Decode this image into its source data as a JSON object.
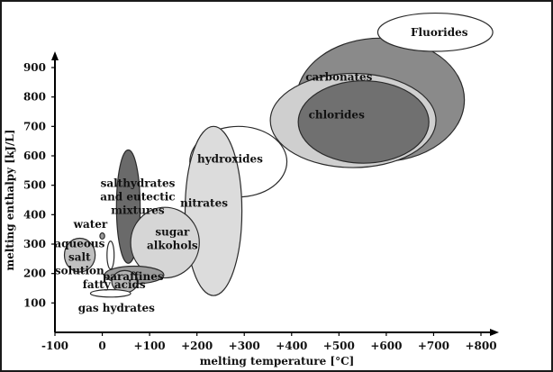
{
  "chart_data": {
    "type": "scatter",
    "title": "",
    "xlabel": "melting temperature [°C]",
    "ylabel": "melting enthalpy [kJ/L]",
    "xlim": [
      -100,
      800
    ],
    "ylim": [
      0,
      900
    ],
    "grid": false,
    "x_ticks": [
      -100,
      0,
      100,
      200,
      300,
      400,
      500,
      600,
      700,
      800
    ],
    "x_tick_labels": [
      "-100",
      "0",
      "+100",
      "+200",
      "+300",
      "+400",
      "+500",
      "+600",
      "+700",
      "+800"
    ],
    "y_ticks": [
      100,
      200,
      300,
      400,
      500,
      600,
      700,
      800,
      900
    ],
    "y_tick_labels": [
      "100",
      "200",
      "300",
      "400",
      "500",
      "600",
      "700",
      "800",
      "900"
    ],
    "regions": [
      {
        "name": "carbonates",
        "label_lines": [
          "carbonates"
        ],
        "x_range": [
          410,
          765
        ],
        "y_range": [
          580,
          1000
        ],
        "fill": "#8a8a8a",
        "label_at": [
          500,
          868
        ]
      },
      {
        "name": "chlorides",
        "label_lines": [
          "chlorides"
        ],
        "x_range": [
          355,
          705
        ],
        "y_range": [
          560,
          880
        ],
        "fill": "#cfcfcf",
        "label_at": [
          495,
          740
        ]
      },
      {
        "name": "chlorides-core",
        "label_lines": [],
        "x_range": [
          414,
          690
        ],
        "y_range": [
          575,
          855
        ],
        "fill": "#707070",
        "label_at": null
      },
      {
        "name": "Fluorides",
        "label_lines": [
          "Fluorides"
        ],
        "x_range": [
          582,
          825
        ],
        "y_range": [
          955,
          1085
        ],
        "fill": "#ffffff",
        "label_at": [
          712,
          1020
        ]
      },
      {
        "name": "hydroxides",
        "label_lines": [
          "hydroxides"
        ],
        "x_range": [
          185,
          390
        ],
        "y_range": [
          460,
          700
        ],
        "fill": "#ffffff",
        "label_at": [
          270,
          590
        ]
      },
      {
        "name": "nitrates",
        "label_lines": [
          "nitrates"
        ],
        "x_range": [
          175,
          295
        ],
        "y_range": [
          125,
          700
        ],
        "fill": "#dcdcdc",
        "label_at": [
          215,
          440
        ]
      },
      {
        "name": "salt hydrates and eutectic mixtures",
        "label_lines": [
          "salthydrates",
          "and eutectic",
          "mixtures"
        ],
        "x_range": [
          30,
          80
        ],
        "y_range": [
          235,
          620
        ],
        "fill": "#6a6a6a",
        "label_at": [
          75,
          460
        ]
      },
      {
        "name": "sugar alcohols",
        "label_lines": [
          "sugar",
          "alkohols"
        ],
        "x_range": [
          60,
          205
        ],
        "y_range": [
          185,
          425
        ],
        "fill": "#d6d6d6",
        "label_at": [
          148,
          318
        ]
      },
      {
        "name": "water",
        "label_lines": [
          "water"
        ],
        "x_range": [
          -5,
          5
        ],
        "y_range": [
          317,
          338
        ],
        "fill": "#9a9a9a",
        "label_at": [
          -25,
          368
        ]
      },
      {
        "name": "aqueous salt solution",
        "label_lines": [
          "aqueous",
          "salt",
          "solution"
        ],
        "x_range": [
          -80,
          -15
        ],
        "y_range": [
          205,
          320
        ],
        "fill": "#c0c0c0",
        "label_at": [
          -48,
          255
        ]
      },
      {
        "name": "small-region",
        "label_lines": [],
        "x_range": [
          10,
          25
        ],
        "y_range": [
          215,
          310
        ],
        "fill": "#ffffff",
        "label_at": null
      },
      {
        "name": "paraffines",
        "label_lines": [
          "paraffines"
        ],
        "x_range": [
          5,
          130
        ],
        "y_range": [
          165,
          225
        ],
        "fill": "#9a9a9a",
        "label_at": [
          65,
          190
        ]
      },
      {
        "name": "fatty acids",
        "label_lines": [
          "fatty acids"
        ],
        "x_range": [
          20,
          75
        ],
        "y_range": [
          135,
          210
        ],
        "fill": "#b5b5b5",
        "label_at": [
          25,
          162
        ]
      },
      {
        "name": "gas hydrates",
        "label_lines": [
          "gas hydrates"
        ],
        "x_range": [
          -25,
          60
        ],
        "y_range": [
          120,
          145
        ],
        "fill": "#ffffff",
        "label_at": [
          30,
          82
        ]
      }
    ]
  }
}
